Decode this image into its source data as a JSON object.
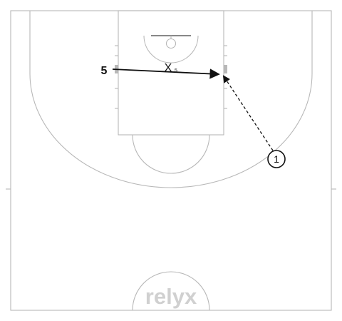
{
  "diagram": {
    "players": [
      {
        "id": "player-1",
        "label": "1",
        "style": "circle"
      },
      {
        "id": "player-5",
        "label": "5",
        "style": "plain"
      }
    ],
    "defenders": [
      {
        "id": "defender-5",
        "label": "X",
        "subscript": "5"
      }
    ],
    "actions": [
      {
        "type": "pass",
        "from": "player-1",
        "line": "dashed"
      },
      {
        "type": "cut",
        "from": "player-5",
        "line": "solid"
      }
    ],
    "watermark": "relyx"
  },
  "colors": {
    "court_lines": "#b8b8b8",
    "ink": "#111111",
    "watermark": "#d0d0d0"
  }
}
